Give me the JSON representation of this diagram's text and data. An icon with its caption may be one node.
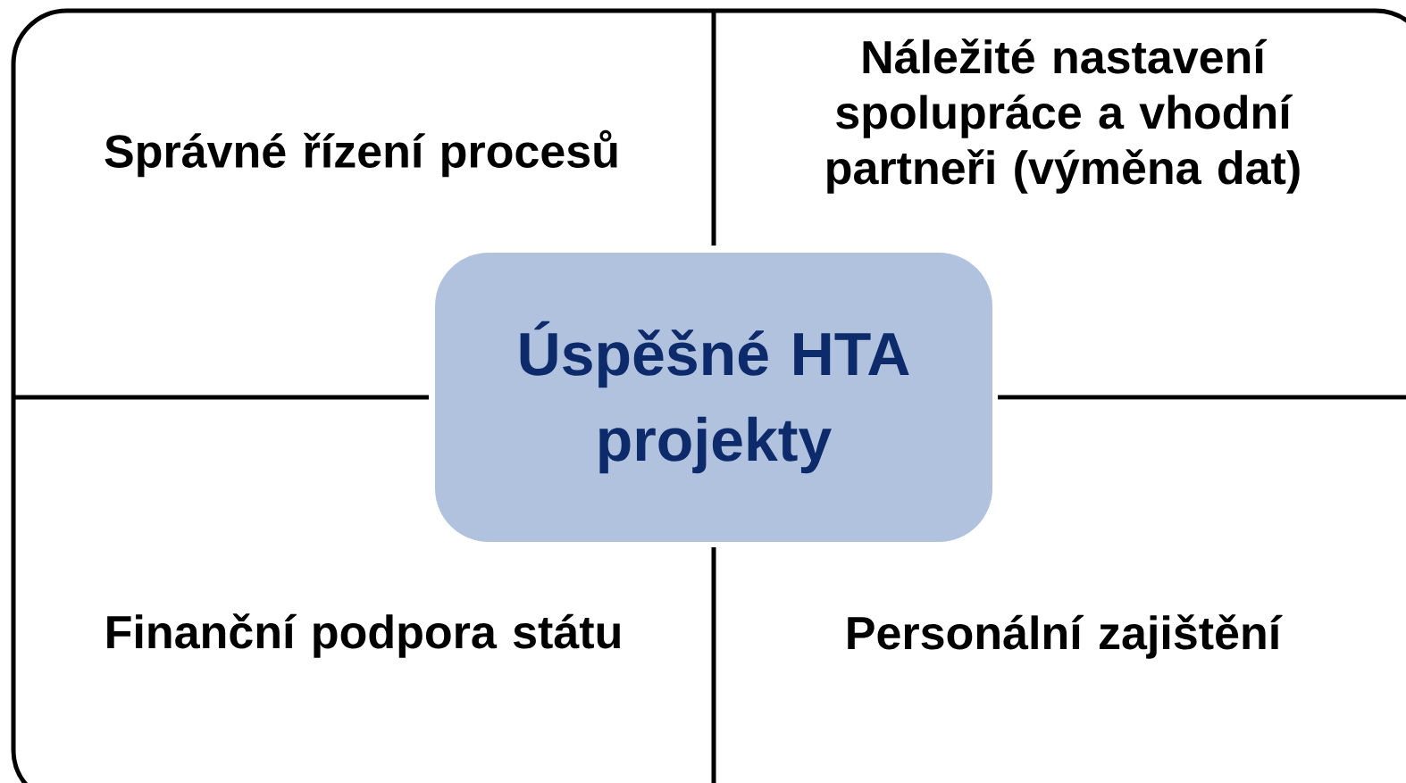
{
  "diagram": {
    "nodes": [
      {
        "text": [
          "Správné řízení procesů",
          "Náležité nastavení spolupráce a vhodní partneři (výměna dat)",
          "Finanční podpora státu",
          "Personální zajištění"
        ]
      },
      {
        "text": [
          "Úspěšné HTA projekty"
        ],
        "in": 0
      }
    ]
  }
}
